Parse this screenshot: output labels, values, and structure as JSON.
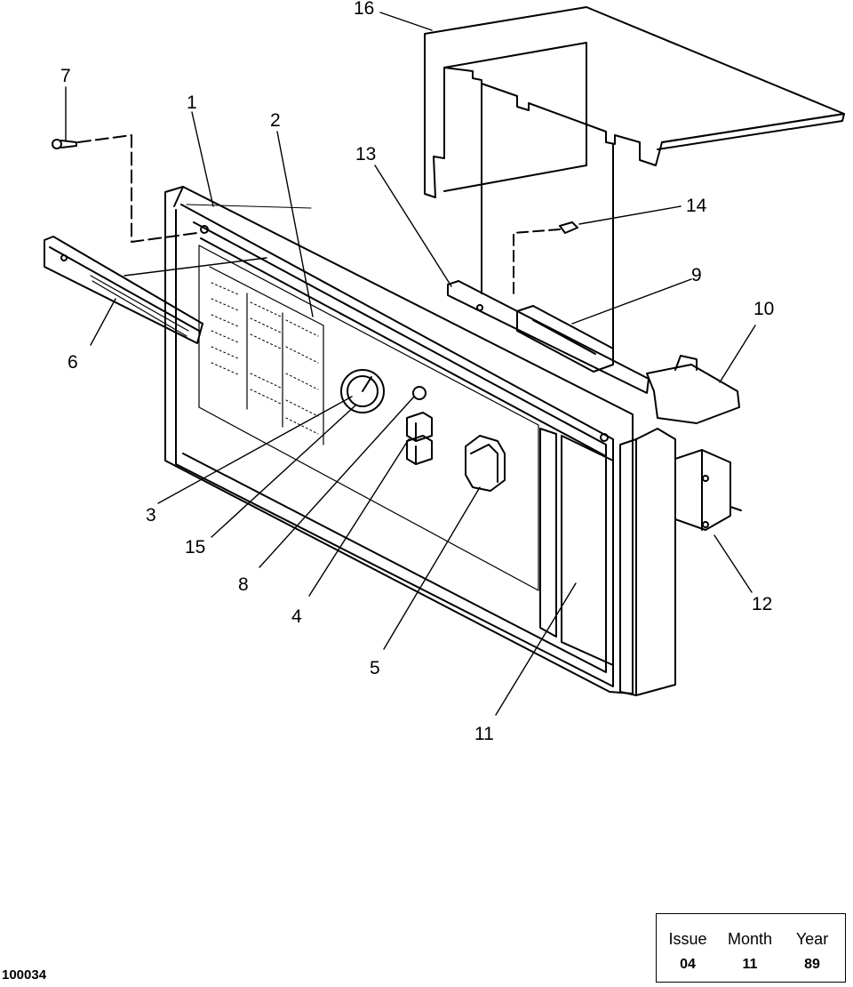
{
  "drawing_number": "100034",
  "callouts": [
    {
      "id": "c1",
      "label": "1"
    },
    {
      "id": "c2",
      "label": "2"
    },
    {
      "id": "c3",
      "label": "3"
    },
    {
      "id": "c4",
      "label": "4"
    },
    {
      "id": "c5",
      "label": "5"
    },
    {
      "id": "c6",
      "label": "6"
    },
    {
      "id": "c7",
      "label": "7"
    },
    {
      "id": "c8",
      "label": "8"
    },
    {
      "id": "c9",
      "label": "9"
    },
    {
      "id": "c10",
      "label": "10"
    },
    {
      "id": "c11",
      "label": "11"
    },
    {
      "id": "c12",
      "label": "12"
    },
    {
      "id": "c13",
      "label": "13"
    },
    {
      "id": "c14",
      "label": "14"
    },
    {
      "id": "c15",
      "label": "15"
    },
    {
      "id": "c16",
      "label": "16"
    }
  ],
  "revision_table": {
    "headers": [
      "Issue",
      "Month",
      "Year"
    ],
    "values": [
      "04",
      "11",
      "89"
    ]
  }
}
